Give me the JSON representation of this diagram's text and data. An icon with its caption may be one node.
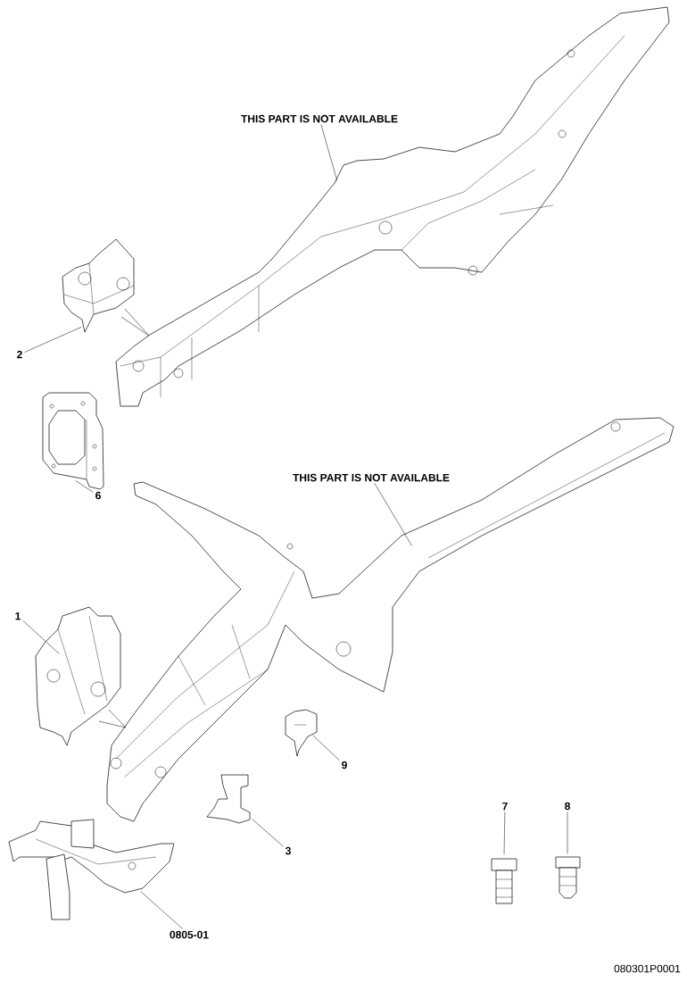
{
  "diagram": {
    "nodes": [
      {
        "text": [
          "THIS PART IS NOT AVAILABLE"
        ]
      },
      {
        "text": [],
        "shape": "picture"
      },
      {
        "text": [],
        "shape": "picture"
      },
      {
        "text": [
          "2"
        ]
      },
      {
        "text": [
          "6"
        ]
      },
      {
        "text": [],
        "shape": "picture"
      },
      {
        "text": [
          "THIS PART IS NOT AVAILABLE"
        ]
      },
      {
        "text": [],
        "shape": "picture"
      },
      {
        "text": [
          "1"
        ]
      },
      {
        "text": [],
        "shape": "picture"
      },
      {
        "text": [],
        "shape": "picture"
      },
      {
        "text": [
          "9"
        ]
      },
      {
        "text": [],
        "shape": "picture"
      },
      {
        "text": [
          "3"
        ]
      },
      {
        "text": [
          "7"
        ]
      },
      {
        "text": [
          "8"
        ]
      },
      {
        "text": [],
        "shape": "picture"
      },
      {
        "text": [],
        "shape": "picture"
      },
      {
        "text": [],
        "shape": "picture"
      },
      {
        "text": [
          "0805-01"
        ]
      }
    ],
    "edges": [
      {
        "from": 0,
        "to": 1,
        "arrow": "none"
      },
      {
        "from": 3,
        "to": 2,
        "arrow": "none"
      },
      {
        "from": 2,
        "to": 1,
        "arrow": "none"
      },
      {
        "from": 2,
        "to": 1,
        "arrow": "none"
      },
      {
        "from": 4,
        "to": 5,
        "arrow": "none"
      },
      {
        "from": 6,
        "to": 7,
        "arrow": "none"
      },
      {
        "from": 8,
        "to": 9,
        "arrow": "none"
      },
      {
        "from": 9,
        "to": 7,
        "arrow": "none"
      },
      {
        "from": 9,
        "to": 7,
        "arrow": "none"
      },
      {
        "from": 11,
        "to": 10,
        "arrow": "none"
      },
      {
        "from": 13,
        "to": 12,
        "arrow": "none"
      },
      {
        "from": 14,
        "to": 16,
        "arrow": "none"
      },
      {
        "from": 15,
        "to": 17,
        "arrow": "none"
      },
      {
        "from": 19,
        "to": 18,
        "arrow": "none"
      }
    ],
    "labels": [
      "080301P0001"
    ]
  }
}
